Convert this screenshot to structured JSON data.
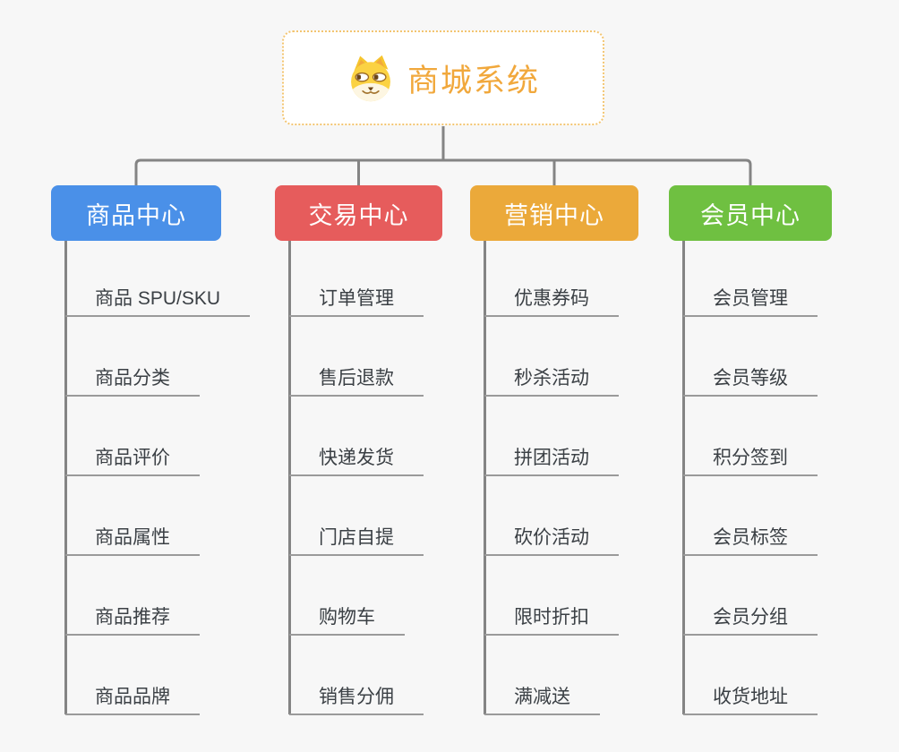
{
  "root": {
    "title": "商城系统",
    "icon": "doge-icon"
  },
  "branches": [
    {
      "id": "product-center",
      "label": "商品中心",
      "color": "#4a90e8",
      "items": [
        "商品 SPU/SKU",
        "商品分类",
        "商品评价",
        "商品属性",
        "商品推荐",
        "商品品牌"
      ]
    },
    {
      "id": "trade-center",
      "label": "交易中心",
      "color": "#e65c5c",
      "items": [
        "订单管理",
        "售后退款",
        "快递发货",
        "门店自提",
        "购物车",
        "销售分佣"
      ]
    },
    {
      "id": "marketing-center",
      "label": "营销中心",
      "color": "#eba93a",
      "items": [
        "优惠券码",
        "秒杀活动",
        "拼团活动",
        "砍价活动",
        "限时折扣",
        "满减送"
      ]
    },
    {
      "id": "member-center",
      "label": "会员中心",
      "color": "#6fc041",
      "items": [
        "会员管理",
        "会员等级",
        "积分签到",
        "会员标签",
        "会员分组",
        "收货地址"
      ]
    }
  ],
  "colors": {
    "background": "#f7f7f7",
    "connector": "#848484",
    "leaf_underline": "#9a9a9a",
    "leaf_text": "#3b4045",
    "root_text": "#f1a83c",
    "root_border": "#f3c571",
    "branch_text": "#ffffff"
  }
}
